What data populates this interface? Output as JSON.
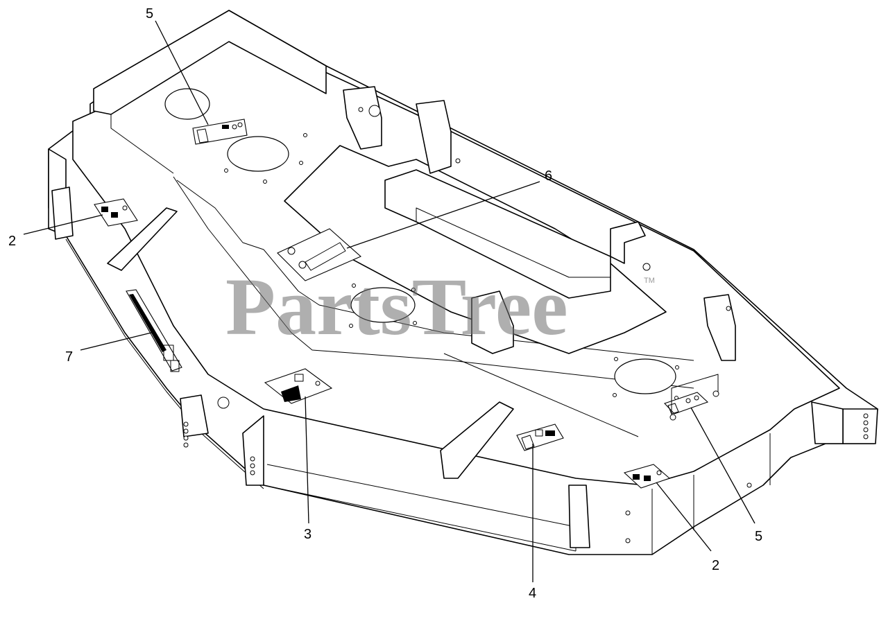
{
  "diagram": {
    "callouts": [
      {
        "id": "c5a",
        "label": "5"
      },
      {
        "id": "c6",
        "label": "6"
      },
      {
        "id": "c2a",
        "label": "2"
      },
      {
        "id": "c7",
        "label": "7"
      },
      {
        "id": "c3",
        "label": "3"
      },
      {
        "id": "c4",
        "label": "4"
      },
      {
        "id": "c2b",
        "label": "2"
      },
      {
        "id": "c5b",
        "label": "5"
      }
    ],
    "watermark": {
      "text": "PartsTree",
      "mark": "TM"
    }
  }
}
